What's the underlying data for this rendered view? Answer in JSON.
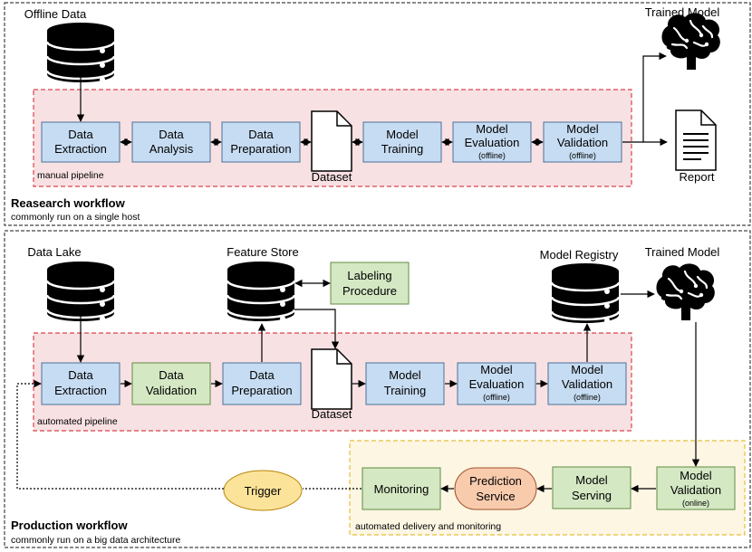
{
  "colors": {
    "blue_box": "#c6dcf2",
    "blue_border": "#4b6f97",
    "green_box": "#d5e8c4",
    "green_border": "#5f8c43",
    "pipeline_fill": "#f8e1e3",
    "pipeline_border": "#d9434d",
    "delivery_fill": "#fdf6e3",
    "delivery_border": "#e6bf3a",
    "prediction_fill": "#f8cbad",
    "trigger_fill": "#fbe39a"
  },
  "research": {
    "title": "Reasearch workflow",
    "subtitle": "commonly run on a single host",
    "offline_data": "Offline Data",
    "trained_model": "Trained Model",
    "report": "Report",
    "pipeline_label": "manual pipeline",
    "dataset": "Dataset",
    "steps": [
      {
        "line1": "Data",
        "line2": "Extraction"
      },
      {
        "line1": "Data",
        "line2": "Analysis"
      },
      {
        "line1": "Data",
        "line2": "Preparation"
      },
      {
        "line1": "Model",
        "line2": "Training"
      },
      {
        "line1": "Model",
        "line2": "Evaluation",
        "note": "(offline)"
      },
      {
        "line1": "Model",
        "line2": "Validation",
        "note": "(offline)"
      }
    ]
  },
  "production": {
    "title": "Production workflow",
    "subtitle": "commonly run on a big data architecture",
    "data_lake": "Data Lake",
    "feature_store": "Feature Store",
    "model_registry": "Model Registry",
    "trained_model": "Trained Model",
    "labeling": {
      "line1": "Labeling",
      "line2": "Procedure"
    },
    "pipeline_label": "automated pipeline",
    "dataset": "Dataset",
    "steps": [
      {
        "line1": "Data",
        "line2": "Extraction"
      },
      {
        "line1": "Data",
        "line2": "Validation"
      },
      {
        "line1": "Data",
        "line2": "Preparation"
      },
      {
        "line1": "Model",
        "line2": "Training"
      },
      {
        "line1": "Model",
        "line2": "Evaluation",
        "note": "(offline)"
      },
      {
        "line1": "Model",
        "line2": "Validation",
        "note": "(offline)"
      }
    ],
    "delivery_label": "automated delivery and monitoring",
    "online_validation": {
      "line1": "Model",
      "line2": "Validation",
      "note": "(online)"
    },
    "serving": {
      "line1": "Model",
      "line2": "Serving"
    },
    "prediction": {
      "line1": "Prediction",
      "line2": "Service"
    },
    "monitoring": "Monitoring",
    "trigger": "Trigger"
  }
}
